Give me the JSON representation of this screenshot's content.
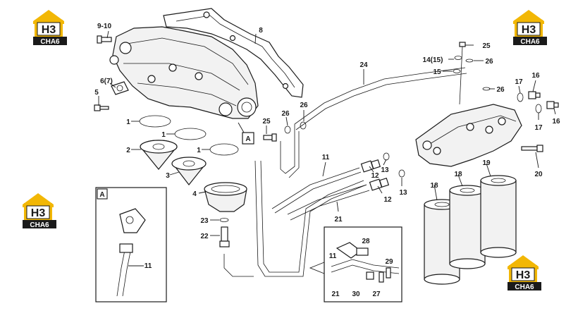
{
  "logo": {
    "mark": "H3",
    "text": "CHA6",
    "colors": {
      "roof": "#f2b705",
      "plate": "#1a1a1a",
      "mark_fill": "#ffffff"
    }
  },
  "callouts": {
    "c9_10": "9-10",
    "c8": "8",
    "c6_7": "6(7)",
    "c5": "5",
    "c1a": "1",
    "c1b": "1",
    "c1c": "1",
    "c2": "2",
    "c3": "3",
    "c4": "4",
    "c23": "23",
    "c22": "22",
    "cA_main": "A",
    "c24": "24",
    "c25a": "25",
    "c26a": "26",
    "c26b": "26",
    "c11a": "11",
    "c12a": "12",
    "c12b": "12",
    "c13a": "13",
    "c13b": "13",
    "c21": "21",
    "c25b": "25",
    "c26c": "26",
    "c14_15": "14(15)",
    "c15": "15",
    "c26d": "26",
    "c17a": "17",
    "c16a": "16",
    "c17b": "17",
    "c16b": "16",
    "c18a": "18",
    "c18b": "18",
    "c19": "19",
    "c20": "20"
  },
  "detail_a": {
    "title": "A",
    "c11": "11"
  },
  "detail_b": {
    "c11": "11",
    "c28": "28",
    "c29": "29",
    "c21": "21",
    "c30": "30",
    "c27": "27"
  }
}
